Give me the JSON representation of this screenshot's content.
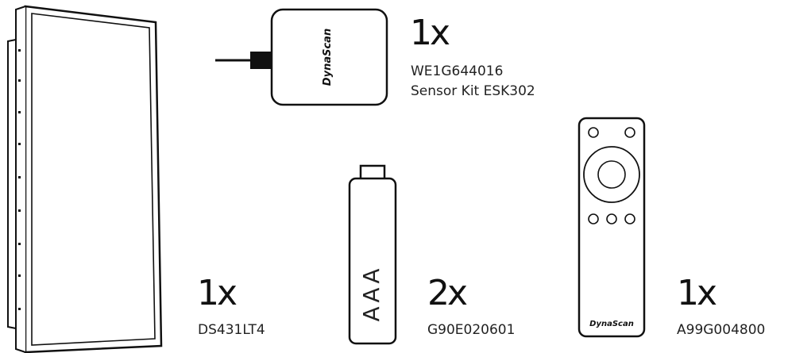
{
  "items": [
    {
      "id": "display",
      "qty": "1x",
      "codes": [
        "DS431LT4"
      ]
    },
    {
      "id": "sensor-kit",
      "qty": "1x",
      "codes": [
        "WE1G644016",
        "Sensor Kit ESK302"
      ],
      "logo": "DynaScan"
    },
    {
      "id": "battery",
      "qty": "2x",
      "codes": [
        "G90E020601"
      ],
      "battery_label": "AAA"
    },
    {
      "id": "remote",
      "qty": "1x",
      "codes": [
        "A99G004800"
      ],
      "logo": "DynaScan"
    }
  ],
  "colors": {
    "stroke": "#111111",
    "background": "#ffffff"
  }
}
